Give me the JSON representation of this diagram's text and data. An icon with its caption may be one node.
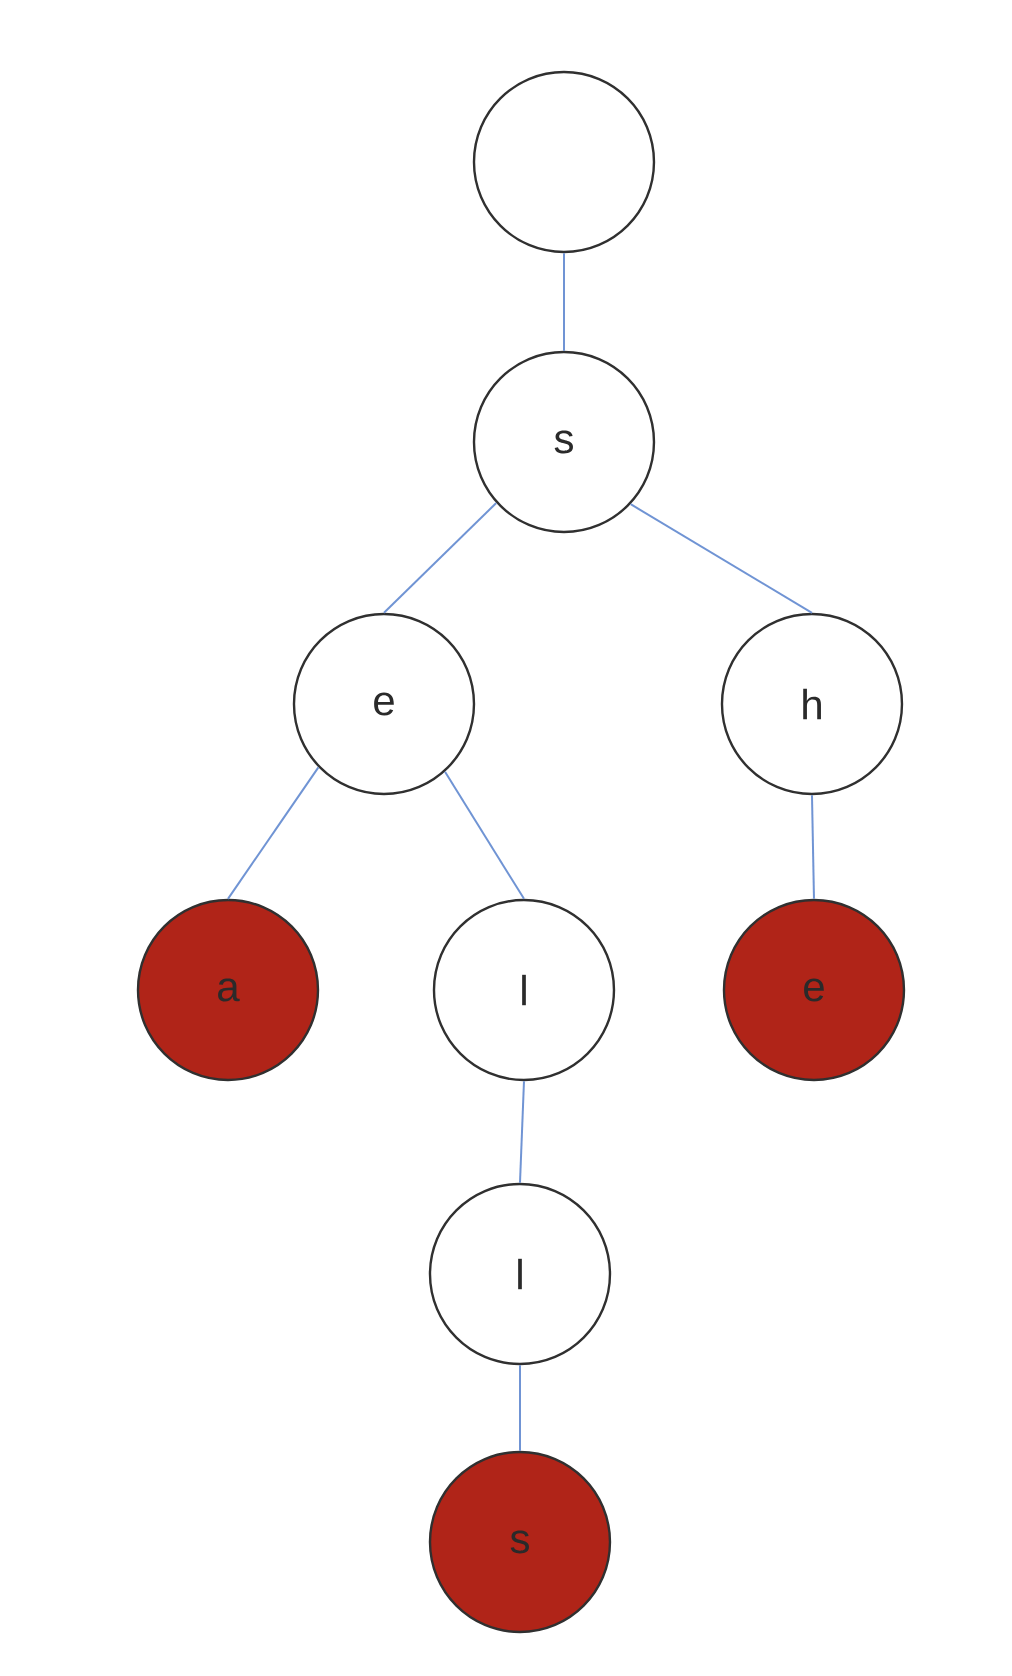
{
  "diagram": {
    "nodes": [
      {
        "text": [],
        "shape": "circle"
      },
      {
        "text": [
          "s"
        ]
      },
      {
        "text": [
          "e"
        ]
      },
      {
        "text": [
          "h"
        ]
      },
      {
        "text": [
          "a"
        ]
      },
      {
        "text": [
          "l"
        ]
      },
      {
        "text": [
          "e"
        ]
      },
      {
        "text": [
          "l"
        ]
      },
      {
        "text": [
          "s"
        ]
      }
    ],
    "edges": [
      {
        "from": 0,
        "to": 1,
        "arrow": "none"
      },
      {
        "from": 1,
        "to": 2,
        "arrow": "none"
      },
      {
        "from": 1,
        "to": 3,
        "arrow": "none"
      },
      {
        "from": 2,
        "to": 4,
        "arrow": "none"
      },
      {
        "from": 2,
        "to": 5,
        "arrow": "none"
      },
      {
        "from": 3,
        "to": 6,
        "arrow": "none"
      },
      {
        "from": 5,
        "to": 7,
        "arrow": "none"
      },
      {
        "from": 7,
        "to": 8,
        "arrow": "none"
      }
    ]
  }
}
